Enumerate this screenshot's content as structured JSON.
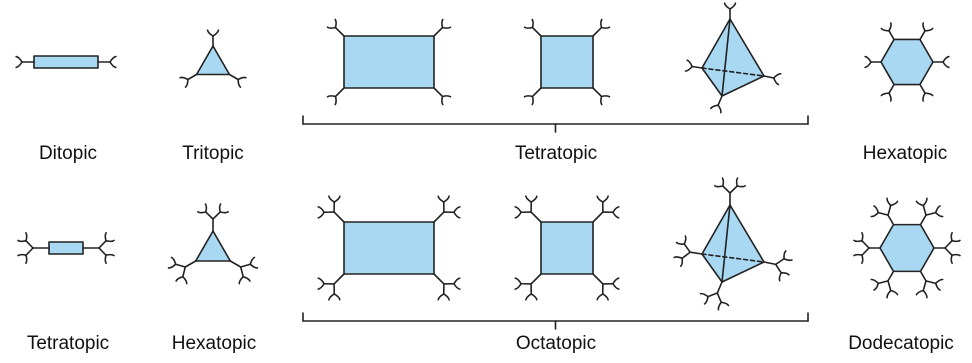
{
  "colors": {
    "fill": "#a9d8f2",
    "stroke": "#222222",
    "text": "#111111"
  },
  "rows": [
    {
      "labels": [
        {
          "key": "ditopic",
          "text": "Ditopic"
        },
        {
          "key": "tritopic",
          "text": "Tritopic"
        },
        {
          "key": "tetratopic_group",
          "text": "Tetratopic"
        },
        {
          "key": "hexatopic",
          "text": "Hexatopic"
        }
      ],
      "shapes": [
        {
          "name": "ditopic-rod",
          "kind": "linear",
          "arms": 2,
          "branching": "single"
        },
        {
          "name": "tritopic-triangle",
          "kind": "triangle",
          "arms": 3,
          "branching": "single"
        },
        {
          "name": "tetratopic-rectangle",
          "kind": "rectangle",
          "arms": 4,
          "branching": "single"
        },
        {
          "name": "tetratopic-square",
          "kind": "square",
          "arms": 4,
          "branching": "single"
        },
        {
          "name": "tetratopic-tetrahedron",
          "kind": "tetrahedron",
          "arms": 4,
          "branching": "single"
        },
        {
          "name": "hexatopic-hexagon",
          "kind": "hexagon",
          "arms": 6,
          "branching": "single"
        }
      ]
    },
    {
      "labels": [
        {
          "key": "tetratopic",
          "text": "Tetratopic"
        },
        {
          "key": "hexatopic",
          "text": "Hexatopic"
        },
        {
          "key": "octatopic_group",
          "text": "Octatopic"
        },
        {
          "key": "dodecatopic",
          "text": "Dodecatopic"
        }
      ],
      "shapes": [
        {
          "name": "tetratopic-rod",
          "kind": "linear",
          "arms": 2,
          "branching": "double"
        },
        {
          "name": "hexatopic-triangle",
          "kind": "triangle",
          "arms": 3,
          "branching": "double"
        },
        {
          "name": "octatopic-rectangle",
          "kind": "rectangle",
          "arms": 4,
          "branching": "double"
        },
        {
          "name": "octatopic-square",
          "kind": "square",
          "arms": 4,
          "branching": "double"
        },
        {
          "name": "octatopic-tetrahedron",
          "kind": "tetrahedron",
          "arms": 4,
          "branching": "double"
        },
        {
          "name": "dodecatopic-hexagon",
          "kind": "hexagon",
          "arms": 6,
          "branching": "double"
        }
      ]
    }
  ]
}
